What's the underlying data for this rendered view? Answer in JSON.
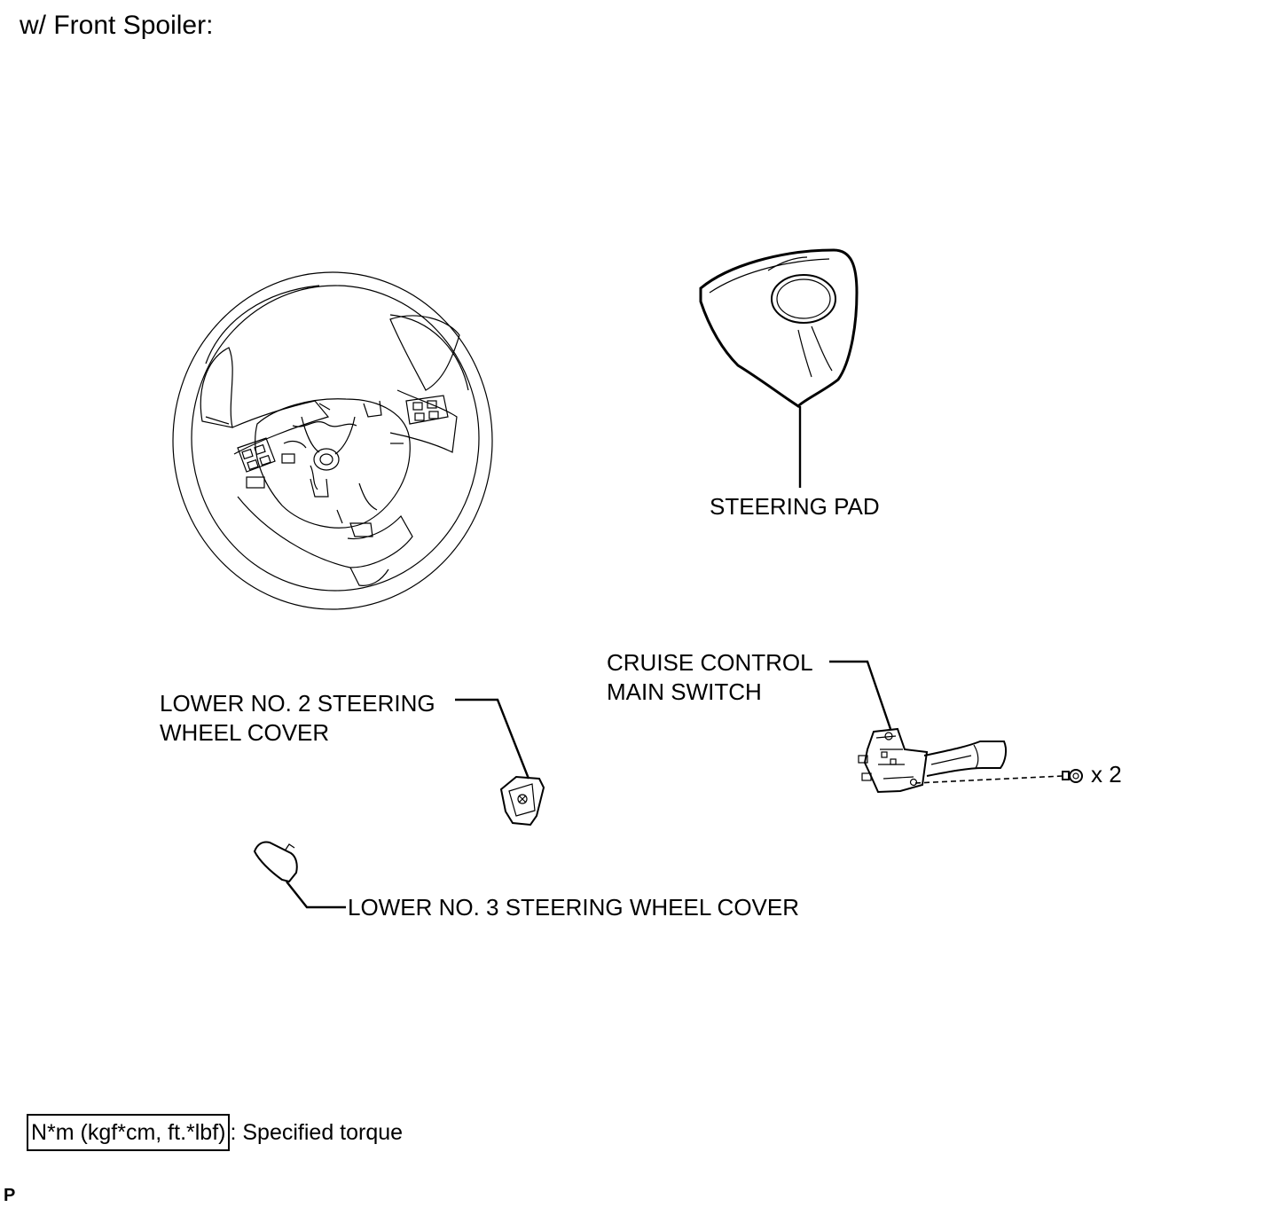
{
  "heading": "w/ Front Spoiler:",
  "parts": {
    "steering_pad": "STEERING PAD",
    "cruise_control_line1": "CRUISE CONTROL",
    "cruise_control_line2": "MAIN SWITCH",
    "lower_no2_line1": "LOWER NO. 2 STEERING",
    "lower_no2_line2": "WHEEL COVER",
    "lower_no3": "LOWER NO. 3 STEERING WHEEL COVER",
    "screw_quantity": "x 2"
  },
  "legend": {
    "torque_units": "N*m (kgf*cm, ft.*lbf)",
    "torque_text": ": Specified torque"
  },
  "corner_code": "P"
}
